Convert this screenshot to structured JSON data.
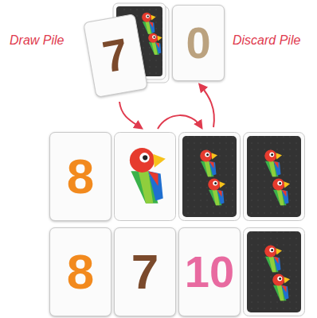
{
  "diagram": {
    "nodes": [
      {
        "text": [
          "7"
        ]
      },
      {
        "text": [
          "0"
        ]
      },
      {
        "text": [
          "8"
        ]
      },
      {
        "text": [
          "8"
        ]
      },
      {
        "text": [
          "7"
        ]
      },
      {
        "text": [
          "10"
        ]
      }
    ],
    "labels": [
      "Draw Pile",
      "Discard Pile"
    ]
  }
}
